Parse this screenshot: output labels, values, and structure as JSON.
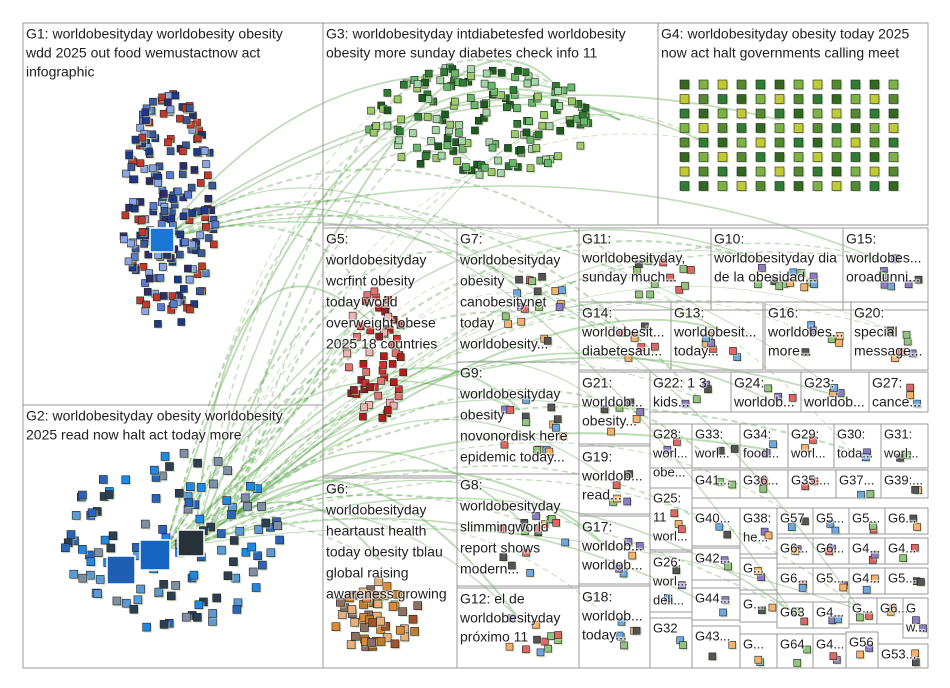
{
  "colors": {
    "background": "#ffffff",
    "box_border": "#9a9a9a",
    "edge": "#4a9a3a",
    "edge_red": "#b0502a",
    "label": "#1e1e1e"
  },
  "groups": [
    {
      "id": "G1",
      "lines": [
        "G1: worldobesityday worldobesity obesity",
        "wdd 2025 out food wemustactnow act",
        "infographic"
      ]
    },
    {
      "id": "G2",
      "lines": [
        "G2: worldobesityday obesity worldobesity",
        "2025 read now halt act today more"
      ]
    },
    {
      "id": "G3",
      "lines": [
        "G3: worldobesityday intdiabetesfed worldobesity",
        "obesity more sunday diabetes check info 11"
      ]
    },
    {
      "id": "G4",
      "lines": [
        "G4: worldobesityday obesity today 2025",
        "now act halt governments calling meet"
      ]
    },
    {
      "id": "G5",
      "lines": [
        "G5:",
        "worldobesityday",
        "wcrfint obesity",
        "today world",
        "overweight obese",
        "2025 18 countries"
      ]
    },
    {
      "id": "G6",
      "lines": [
        "G6:",
        "worldobesityday",
        "heartaust health",
        "today obesity tblau",
        "global raising",
        "awareness growing"
      ]
    },
    {
      "id": "G7",
      "lines": [
        "G7:",
        "worldobesityday",
        "obesity",
        "canobesitynet",
        "today",
        "worldobesity..."
      ]
    },
    {
      "id": "G8",
      "lines": [
        "G8:",
        "worldobesityday",
        "slimmingworld",
        "report shows",
        "modern..."
      ]
    },
    {
      "id": "G9",
      "lines": [
        "G9:",
        "worldobesityday",
        "obesity",
        "novonordisk here",
        "epidemic today..."
      ]
    },
    {
      "id": "G10",
      "lines": [
        "G10:",
        "worldobesityday dia",
        "de la obesidad..."
      ]
    },
    {
      "id": "G11",
      "lines": [
        "G11:",
        "worldobesityday,",
        "sunday much..."
      ]
    },
    {
      "id": "G12",
      "lines": [
        "G12: el de",
        "worldobesityday",
        "próximo 11"
      ]
    },
    {
      "id": "G13",
      "lines": [
        "G13:",
        "worldobesit...",
        "today..."
      ]
    },
    {
      "id": "G14",
      "lines": [
        "G14:",
        "worldobesit...",
        "diabetesau..."
      ]
    },
    {
      "id": "G15",
      "lines": [
        "G15:",
        "worldobes...",
        "oroadunni..."
      ]
    },
    {
      "id": "G16",
      "lines": [
        "G16:",
        "worldobes...",
        "more..."
      ]
    },
    {
      "id": "G17",
      "lines": [
        "G17:",
        "worldob...",
        "worldob..."
      ]
    },
    {
      "id": "G18",
      "lines": [
        "G18:",
        "worldob...",
        "today..."
      ]
    },
    {
      "id": "G19",
      "lines": [
        "G19:",
        "worldob...",
        "read..."
      ]
    },
    {
      "id": "G20",
      "lines": [
        "G20:",
        "special",
        "message..."
      ]
    },
    {
      "id": "G21",
      "lines": [
        "G21:",
        "worldob...",
        "obesity..."
      ]
    },
    {
      "id": "G22",
      "lines": [
        "G22: 1 3",
        "kids..."
      ]
    },
    {
      "id": "G23",
      "lines": [
        "G23:",
        "worldob..."
      ]
    },
    {
      "id": "G24",
      "lines": [
        "G24:",
        "worldob..."
      ]
    },
    {
      "id": "G25",
      "lines": [
        "G25:",
        "11",
        "worl..."
      ]
    },
    {
      "id": "G26",
      "lines": [
        "G26:",
        "worl...",
        "deli..."
      ]
    },
    {
      "id": "G27",
      "lines": [
        "G27:",
        "cance..."
      ]
    },
    {
      "id": "G28",
      "lines": [
        "G28:",
        "worl...",
        "obe..."
      ]
    },
    {
      "id": "G29",
      "lines": [
        "G29:",
        "worl..."
      ]
    },
    {
      "id": "G30",
      "lines": [
        "G30:",
        "toda..."
      ]
    },
    {
      "id": "G31",
      "lines": [
        "G31:",
        "worl..."
      ]
    },
    {
      "id": "G32",
      "lines": [
        "G32"
      ]
    },
    {
      "id": "G33",
      "lines": [
        "G33:",
        "worl..."
      ]
    },
    {
      "id": "G34",
      "lines": [
        "G34:",
        "food..."
      ]
    },
    {
      "id": "G35",
      "lines": [
        "G35:..."
      ]
    },
    {
      "id": "G36",
      "lines": [
        "G36..."
      ]
    },
    {
      "id": "G37",
      "lines": [
        "G37..."
      ]
    },
    {
      "id": "G38",
      "lines": [
        "G38:",
        "he..."
      ]
    },
    {
      "id": "G39",
      "lines": [
        "G39:..."
      ]
    },
    {
      "id": "G40",
      "lines": [
        "G40..."
      ]
    },
    {
      "id": "G41",
      "lines": [
        "G41..."
      ]
    },
    {
      "id": "G42",
      "lines": [
        "G42..."
      ]
    },
    {
      "id": "G43",
      "lines": [
        "G43..."
      ]
    },
    {
      "id": "G44",
      "lines": [
        "G44..."
      ]
    },
    {
      "id": "G5a",
      "lines": [
        "G5..."
      ]
    },
    {
      "id": "G5b",
      "lines": [
        "G5..."
      ]
    },
    {
      "id": "G5c",
      "lines": [
        "G5..."
      ]
    },
    {
      "id": "G5d",
      "lines": [
        "G5..."
      ]
    },
    {
      "id": "G57",
      "lines": [
        "G57"
      ]
    },
    {
      "id": "G53",
      "lines": [
        "G53..."
      ]
    },
    {
      "id": "G56",
      "lines": [
        "G56"
      ]
    },
    {
      "id": "G6a",
      "lines": [
        "G6..."
      ]
    },
    {
      "id": "G6b",
      "lines": [
        "G6..."
      ]
    },
    {
      "id": "G6c",
      "lines": [
        "G6..."
      ]
    },
    {
      "id": "G6d",
      "lines": [
        "G6..."
      ]
    },
    {
      "id": "G6e",
      "lines": [
        "G6..."
      ]
    },
    {
      "id": "G63",
      "lines": [
        "G63"
      ]
    },
    {
      "id": "G64",
      "lines": [
        "G64"
      ]
    },
    {
      "id": "G4a",
      "lines": [
        "G4..."
      ]
    },
    {
      "id": "G4b",
      "lines": [
        "G4..."
      ]
    },
    {
      "id": "G4c",
      "lines": [
        "G4..."
      ]
    },
    {
      "id": "G4d",
      "lines": [
        "G4..."
      ]
    },
    {
      "id": "G4e",
      "lines": [
        "G4..."
      ]
    },
    {
      "id": "Ga",
      "lines": [
        "G..."
      ]
    },
    {
      "id": "Gb",
      "lines": [
        "G..."
      ]
    },
    {
      "id": "Gc",
      "lines": [
        "G..."
      ]
    },
    {
      "id": "Gd",
      "lines": [
        "G..."
      ]
    },
    {
      "id": "Ge",
      "lines": [
        "G..."
      ]
    },
    {
      "id": "Gw",
      "lines": [
        "G",
        "w..."
      ]
    }
  ]
}
